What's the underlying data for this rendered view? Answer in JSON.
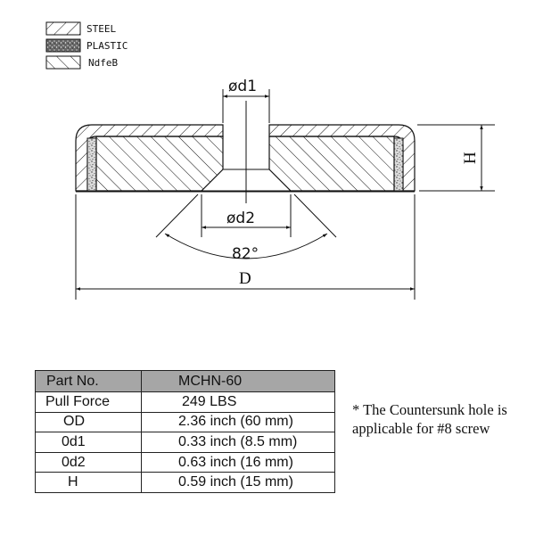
{
  "legend": {
    "items": [
      {
        "label": "STEEL",
        "pattern": "hatch-forward"
      },
      {
        "label": "PLASTIC",
        "pattern": "speckle"
      },
      {
        "label": "NdfeB",
        "pattern": "hatch-back"
      }
    ]
  },
  "drawing": {
    "labels": {
      "d1": "ød1",
      "d2": "ød2",
      "angle": "82°",
      "diameter": "D",
      "height": "H"
    }
  },
  "spec_table": {
    "header": {
      "key": "Part No.",
      "value": "MCHN-60"
    },
    "rows": [
      {
        "key": "Pull Force",
        "value": "249 LBS"
      },
      {
        "key": "OD",
        "value": "2.36 inch (60 mm)"
      },
      {
        "key": "0d1",
        "value": "0.33 inch (8.5 mm)"
      },
      {
        "key": "0d2",
        "value": "0.63 inch (16 mm)"
      },
      {
        "key": "H",
        "value": "0.59 inch (15 mm)"
      }
    ],
    "header_bg": "#a6a6a6"
  },
  "note": {
    "line1": "* The Countersunk hole is",
    "line2": "applicable for #8 screw"
  }
}
